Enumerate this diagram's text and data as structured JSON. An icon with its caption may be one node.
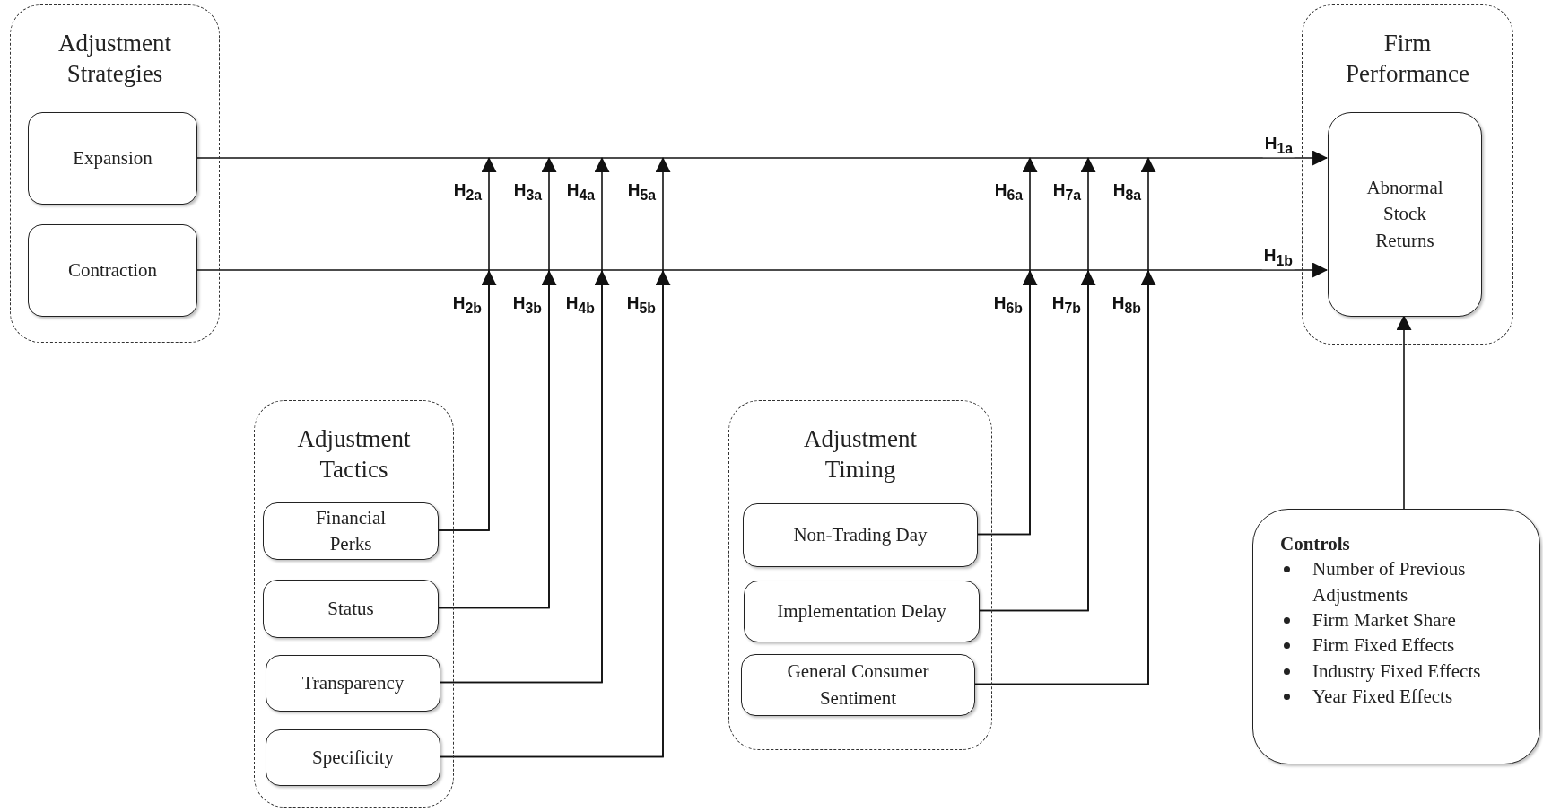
{
  "diagram": {
    "nodes": [
      {
        "text": [
          "Adjustment Strategies"
        ]
      },
      {
        "text": [
          "Expansion"
        ],
        "in": 0
      },
      {
        "text": [
          "Contraction"
        ],
        "in": 0
      },
      {
        "text": [
          "Firm Performance"
        ]
      },
      {
        "text": [
          "Abnormal Stock Returns"
        ],
        "in": 3
      },
      {
        "text": [
          "Adjustment Tactics"
        ]
      },
      {
        "text": [
          "Financial Perks"
        ],
        "in": 5
      },
      {
        "text": [
          "Status"
        ],
        "in": 5
      },
      {
        "text": [
          "Transparency"
        ],
        "in": 5
      },
      {
        "text": [
          "Specificity"
        ],
        "in": 5
      },
      {
        "text": [
          "Adjustment Timing"
        ]
      },
      {
        "text": [
          "Non-Trading Day"
        ],
        "in": 10
      },
      {
        "text": [
          "Implementation Delay"
        ],
        "in": 10
      },
      {
        "text": [
          "General Consumer Sentiment"
        ],
        "in": 10
      },
      {
        "text": [
          "Controls",
          "Number of Previous Adjustments",
          "Firm Market Share",
          "Firm Fixed Effects",
          "Industry Fixed Effects",
          "Year Fixed Effects"
        ]
      }
    ],
    "edges": [
      {
        "from": 1,
        "to": 4,
        "arrow": "to",
        "label": "H$_{1a}$"
      },
      {
        "from": 2,
        "to": 4,
        "arrow": "to",
        "label": "H$_{1b}$"
      },
      {
        "from": 6,
        "to": null,
        "arrow": "to",
        "label": "H$_{2a}$"
      },
      {
        "from": 6,
        "to": null,
        "arrow": "to",
        "label": "H$_{2b}$"
      },
      {
        "from": 7,
        "to": null,
        "arrow": "to",
        "label": "H$_{3a}$"
      },
      {
        "from": 7,
        "to": null,
        "arrow": "to",
        "label": "H$_{3b}$"
      },
      {
        "from": 8,
        "to": null,
        "arrow": "to",
        "label": "H$_{4a}$"
      },
      {
        "from": 8,
        "to": null,
        "arrow": "to",
        "label": "H$_{4b}$"
      },
      {
        "from": 9,
        "to": null,
        "arrow": "to",
        "label": "H$_{5a}$"
      },
      {
        "from": 9,
        "to": null,
        "arrow": "to",
        "label": "H$_{5b}$"
      },
      {
        "from": 11,
        "to": null,
        "arrow": "to",
        "label": "H$_{6a}$"
      },
      {
        "from": 11,
        "to": null,
        "arrow": "to",
        "label": "H$_{6b}$"
      },
      {
        "from": 12,
        "to": null,
        "arrow": "to",
        "label": "H$_{7a}$"
      },
      {
        "from": 12,
        "to": null,
        "arrow": "to",
        "label": "H$_{7b}$"
      },
      {
        "from": 13,
        "to": null,
        "arrow": "to",
        "label": "H$_{8a}$"
      },
      {
        "from": 13,
        "to": null,
        "arrow": "to",
        "label": "H$_{8b}$"
      },
      {
        "from": 14,
        "to": 4,
        "arrow": "to"
      }
    ]
  }
}
